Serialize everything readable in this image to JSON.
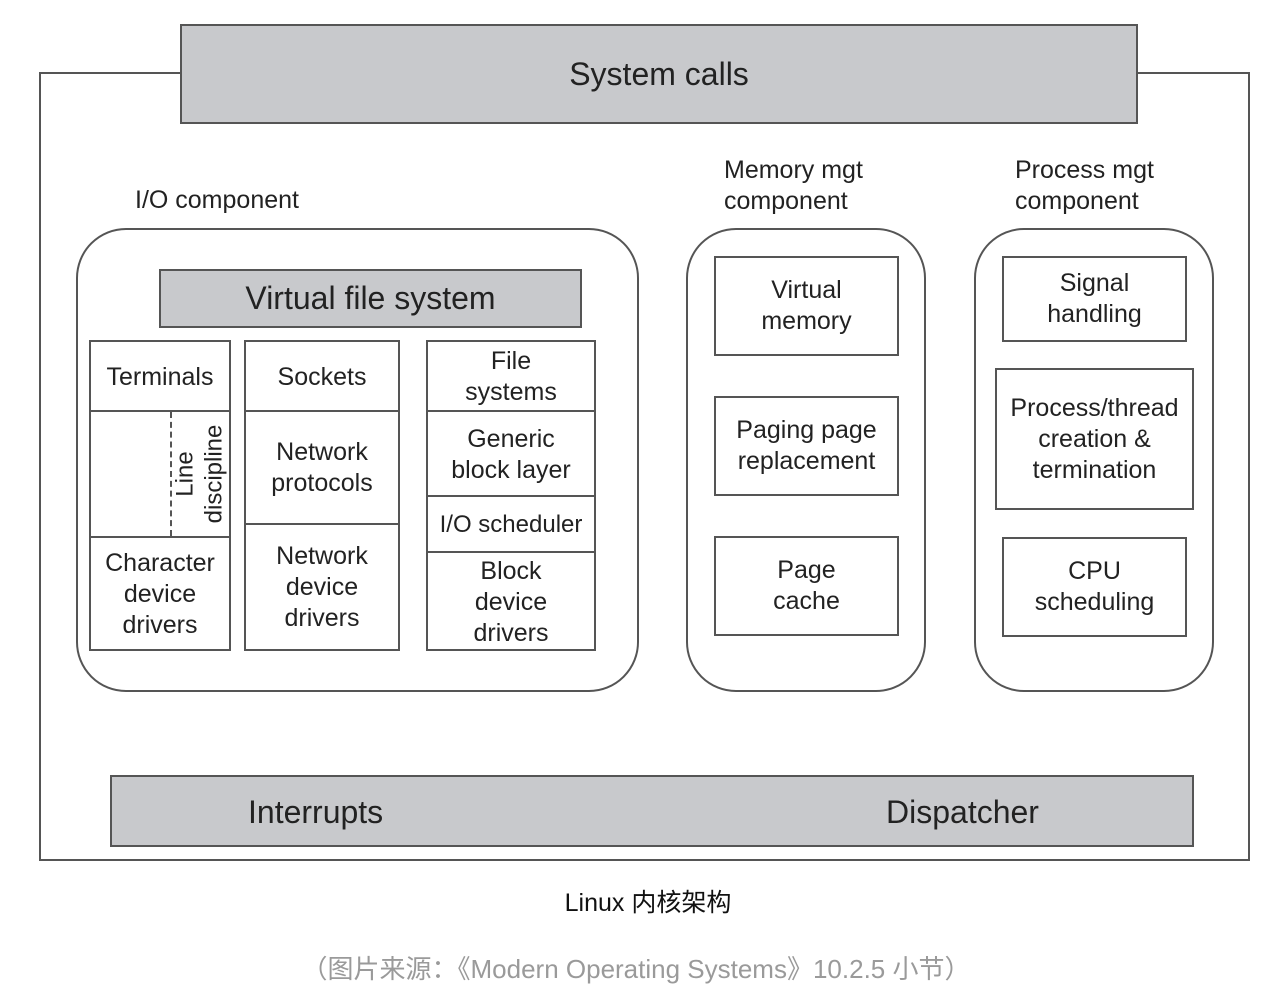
{
  "diagram": {
    "system_calls": "System calls",
    "io": {
      "title": "I/O component",
      "vfs": "Virtual file system",
      "col1": {
        "terminals": "Terminals",
        "line_discipline": "Line discipline",
        "char_drivers": "Character device drivers"
      },
      "col2": {
        "sockets": "Sockets",
        "net_protocols": "Network protocols",
        "net_drivers": "Network device drivers"
      },
      "col3": {
        "file_systems": "File systems",
        "generic_block": "Generic block layer",
        "io_scheduler": "I/O scheduler",
        "block_drivers": "Block device drivers"
      }
    },
    "memory": {
      "title": "Memory mgt component",
      "items": [
        "Virtual memory",
        "Paging page replacement",
        "Page cache"
      ]
    },
    "process": {
      "title": "Process mgt component",
      "items": [
        "Signal handling",
        "Process/thread creation & termination",
        "CPU scheduling"
      ]
    },
    "interrupts": "Interrupts",
    "dispatcher": "Dispatcher"
  },
  "caption": "Linux 内核架构",
  "source": "（图片来源：《Modern Operating Systems》10.2.5 小节）",
  "colors": {
    "fill_gray": "#c8c9cc",
    "stroke": "#555555",
    "source_text": "#9a9a9a"
  }
}
